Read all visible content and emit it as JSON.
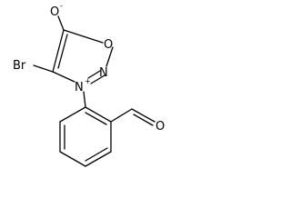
{
  "molecule": {
    "atoms": {
      "o_oxide": "O",
      "o_ring": "O",
      "n_ring": "N",
      "n_plus": "N",
      "bromine": "Br",
      "o_aldehyde": "O"
    },
    "charges": {
      "o_oxide": "-",
      "n_plus": "+"
    }
  }
}
